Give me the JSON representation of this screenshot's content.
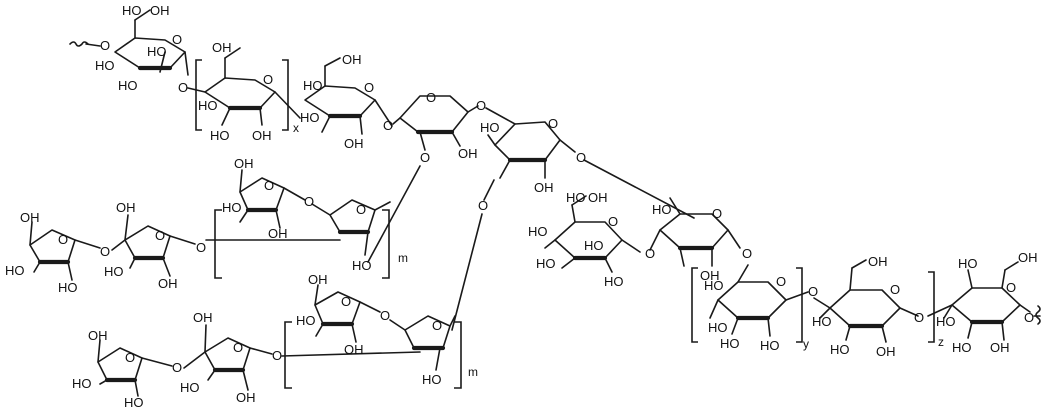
{
  "labels": {
    "hydroxyl": "HO",
    "hydroxyl_r": "OH",
    "oxygen": "O"
  },
  "repeat_units": {
    "x": "x",
    "m": "m",
    "y": "y",
    "z": "z"
  },
  "colors": {
    "ink": "#1a1a1a",
    "background": "#ffffff"
  },
  "icons": {
    "wavy_terminus": "wavy-bond-icon"
  }
}
